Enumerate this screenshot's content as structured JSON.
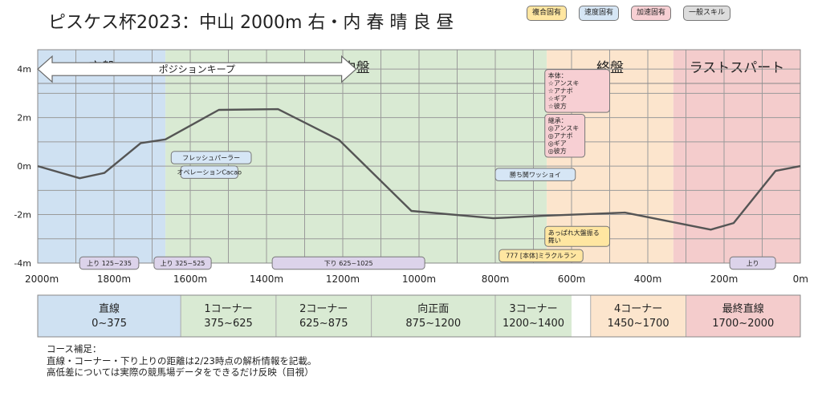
{
  "title": "ピスケス杯2023：中山 2000m 右・内 春 晴 良 昼",
  "legend": [
    {
      "label": "複合固有",
      "color": "#ffe6a1"
    },
    {
      "label": "速度固有",
      "color": "#d6e6f5"
    },
    {
      "label": "加速固有",
      "color": "#f7cfd3"
    },
    {
      "label": "一般スキル",
      "color": "#dcdcdc"
    }
  ],
  "footnote": [
    "コース補足：",
    "直線・コーナー・下り上りの距離は2/23時点の解析情報を記載。",
    "高低差については実際の競馬場データをできるだけ反映（目視）"
  ],
  "chart_data": {
    "type": "line",
    "title": "",
    "xlabel": "",
    "ylabel": "",
    "x_reversed": true,
    "xlim": [
      2000,
      0
    ],
    "ylim": [
      -4,
      4.8
    ],
    "x_ticks": [
      2000,
      1800,
      1600,
      1400,
      1200,
      1000,
      800,
      600,
      400,
      200,
      0
    ],
    "x_tick_labels": [
      "2000m",
      "1800m",
      "1600m",
      "1400m",
      "1200m",
      "1000m",
      "800m",
      "600m",
      "400m",
      "200m",
      "0m"
    ],
    "y_ticks": [
      4,
      2,
      0,
      -2,
      -4
    ],
    "y_tick_labels": [
      "4m",
      "2m",
      "0m",
      "-2m",
      "-4m"
    ],
    "grid": true,
    "series": [
      {
        "x": [
          2000,
          1890,
          1825,
          1730,
          1665,
          1525,
          1370,
          1210,
          1020,
          805,
          675,
          460,
          235,
          175,
          65,
          0
        ],
        "y": [
          0,
          -0.5,
          -0.28,
          0.95,
          1.1,
          2.32,
          2.35,
          1.08,
          -1.85,
          -2.15,
          -2.05,
          -1.92,
          -2.62,
          -2.35,
          -0.2,
          0
        ],
        "color": "#555555"
      }
    ],
    "phases": [
      {
        "label": "序盤",
        "from": 2000,
        "to": 1665,
        "color": "#cfe1f2"
      },
      {
        "label": "中盤",
        "from": 1665,
        "to": 665,
        "color": "#d9ead3"
      },
      {
        "label": "終盤",
        "from": 665,
        "to": 333,
        "color": "#fce5cd"
      },
      {
        "label": "ラストスパート",
        "from": 333,
        "to": 0,
        "color": "#f4cccc"
      }
    ],
    "sections": [
      {
        "name": "直線",
        "range": "0~375",
        "from": 2000,
        "to": 1625
      },
      {
        "name": "1コーナー",
        "range": "375~625",
        "from": 1625,
        "to": 1375
      },
      {
        "name": "2コーナー",
        "range": "625~875",
        "from": 1375,
        "to": 1125
      },
      {
        "name": "向正面",
        "range": "875~1200",
        "from": 1125,
        "to": 800
      },
      {
        "name": "3コーナー",
        "range": "1200~1400",
        "from": 800,
        "to": 600
      },
      {
        "name": "4コーナー",
        "range": "1450~1700",
        "from": 550,
        "to": 300
      },
      {
        "name": "最終直線",
        "range": "1700~2000",
        "from": 300,
        "to": 0
      }
    ],
    "arrow": {
      "label": "ポジションキープ",
      "from": 2000,
      "to": 1165,
      "y": 4.0
    },
    "annotations": [
      {
        "lines": [
          "フレッシュパーラー"
        ],
        "from": 1650,
        "to": 1440,
        "y": 0.35,
        "color": "#d6e6f5"
      },
      {
        "lines": [
          "オペレーションCacao"
        ],
        "from": 1625,
        "to": 1475,
        "y": -0.25,
        "color": "#d6e6f5"
      },
      {
        "lines": [
          "勝ち鬨ワッショイ"
        ],
        "from": 800,
        "to": 590,
        "y": -0.35,
        "color": "#d6e6f5"
      },
      {
        "lines": [
          "本体：",
          "☆アンスキ",
          "☆アナボ",
          "☆ギア",
          "☆彼方"
        ],
        "from": 670,
        "to": 500,
        "y": 3.1,
        "color": "#f7cfd3",
        "align": "left"
      },
      {
        "lines": [
          "継承：",
          "◎アンスキ",
          "◎アナボ",
          "◎ギア",
          "◎彼方"
        ],
        "from": 670,
        "to": 565,
        "y": 1.25,
        "color": "#f7cfd3",
        "align": "left"
      },
      {
        "lines": [
          "あっぱれ大盤振る",
          "舞い"
        ],
        "from": 670,
        "to": 500,
        "y": -2.9,
        "color": "#ffe6a1",
        "align": "left"
      },
      {
        "lines": [
          "777 [本体]ミラクルラン"
        ],
        "from": 790,
        "to": 570,
        "y": -3.7,
        "color": "#ffe6a1"
      },
      {
        "lines": [
          "上り 125~235"
        ],
        "from": 1890,
        "to": 1735,
        "y": -4.0,
        "color": "#dcd3ea"
      },
      {
        "lines": [
          "上り 325~525"
        ],
        "from": 1695,
        "to": 1545,
        "y": -4.0,
        "color": "#dcd3ea"
      },
      {
        "lines": [
          "下り 625~1025"
        ],
        "from": 1385,
        "to": 985,
        "y": -4.0,
        "color": "#dcd3ea"
      },
      {
        "lines": [
          "上り"
        ],
        "from": 185,
        "to": 65,
        "y": -4.0,
        "color": "#dcd3ea"
      }
    ]
  }
}
